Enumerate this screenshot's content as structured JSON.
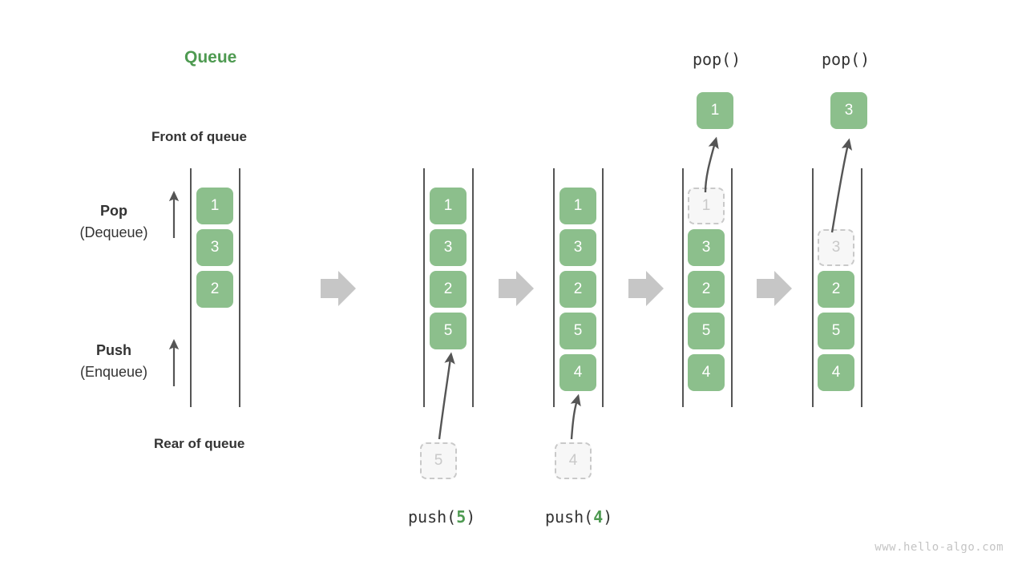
{
  "meta": {
    "title": "Queue",
    "watermark": "www.hello-algo.com"
  },
  "labels": {
    "front_of_queue": "Front of queue",
    "rear_of_queue": "Rear of queue",
    "pop_op_line1": "Pop",
    "pop_op_line2": "(Dequeue)",
    "push_op_line1": "Push",
    "push_op_line2": "(Enqueue)"
  },
  "colors": {
    "accent_green": "#4e9a51",
    "cell_green": "#8cbf8c",
    "ghost_gray": "#c9c9c9",
    "rail_gray": "#555555",
    "arrow_gray": "#c6c6c6",
    "text_dark": "#333333",
    "watermark_gray": "#c4c4c4"
  },
  "stages": [
    {
      "id": "initial",
      "caption": "",
      "top_label": "",
      "cells": [
        "1",
        "3",
        "2"
      ],
      "ghost_index": -1,
      "incoming": null,
      "popped": null
    },
    {
      "id": "push-5",
      "caption_prefix": "push(",
      "caption_value": "5",
      "caption_suffix": ")",
      "top_label": "",
      "cells": [
        "1",
        "3",
        "2",
        "5"
      ],
      "ghost_index": -1,
      "incoming": "5",
      "popped": null
    },
    {
      "id": "push-4",
      "caption_prefix": "push(",
      "caption_value": "4",
      "caption_suffix": ")",
      "top_label": "",
      "cells": [
        "1",
        "3",
        "2",
        "5",
        "4"
      ],
      "ghost_index": -1,
      "incoming": "4",
      "popped": null
    },
    {
      "id": "pop-1",
      "caption_prefix": "",
      "caption_value": "",
      "caption_suffix": "",
      "top_label": "pop()",
      "cells": [
        "1",
        "3",
        "2",
        "5",
        "4"
      ],
      "ghost_index": 0,
      "incoming": null,
      "popped": "1"
    },
    {
      "id": "pop-3",
      "caption_prefix": "",
      "caption_value": "",
      "caption_suffix": "",
      "top_label": "pop()",
      "cells": [
        "3",
        "2",
        "5",
        "4"
      ],
      "ghost_index": 0,
      "incoming": null,
      "popped": "3"
    }
  ],
  "flow_arrows": 4
}
